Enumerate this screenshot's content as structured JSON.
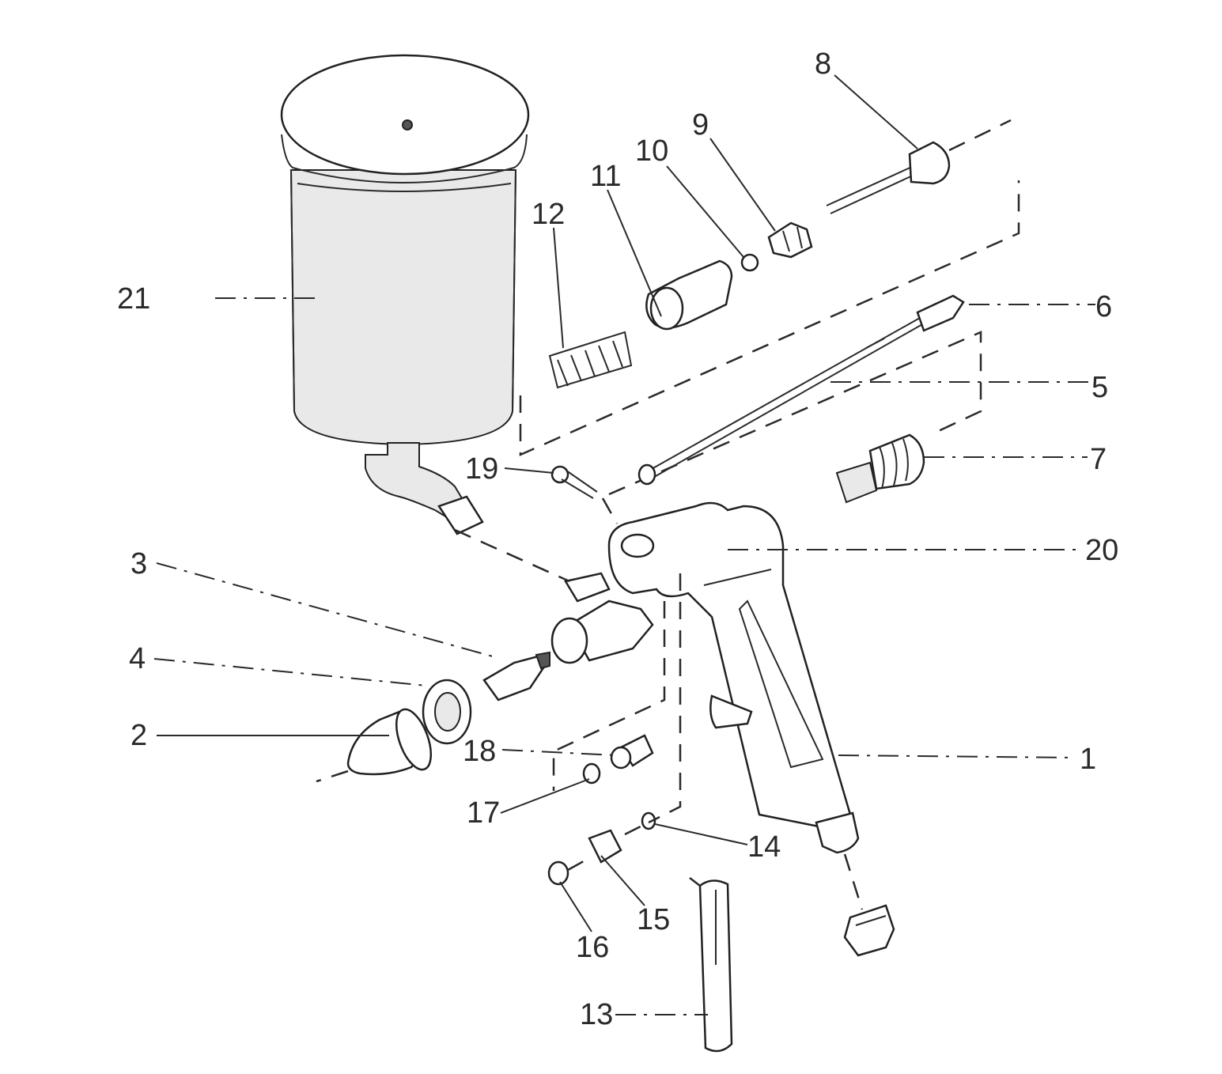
{
  "diagram": {
    "part_numbers": [
      "1",
      "2",
      "3",
      "4",
      "5",
      "6",
      "7",
      "8",
      "9",
      "10",
      "11",
      "12",
      "13",
      "14",
      "15",
      "16",
      "17",
      "18",
      "19",
      "20",
      "21"
    ]
  }
}
